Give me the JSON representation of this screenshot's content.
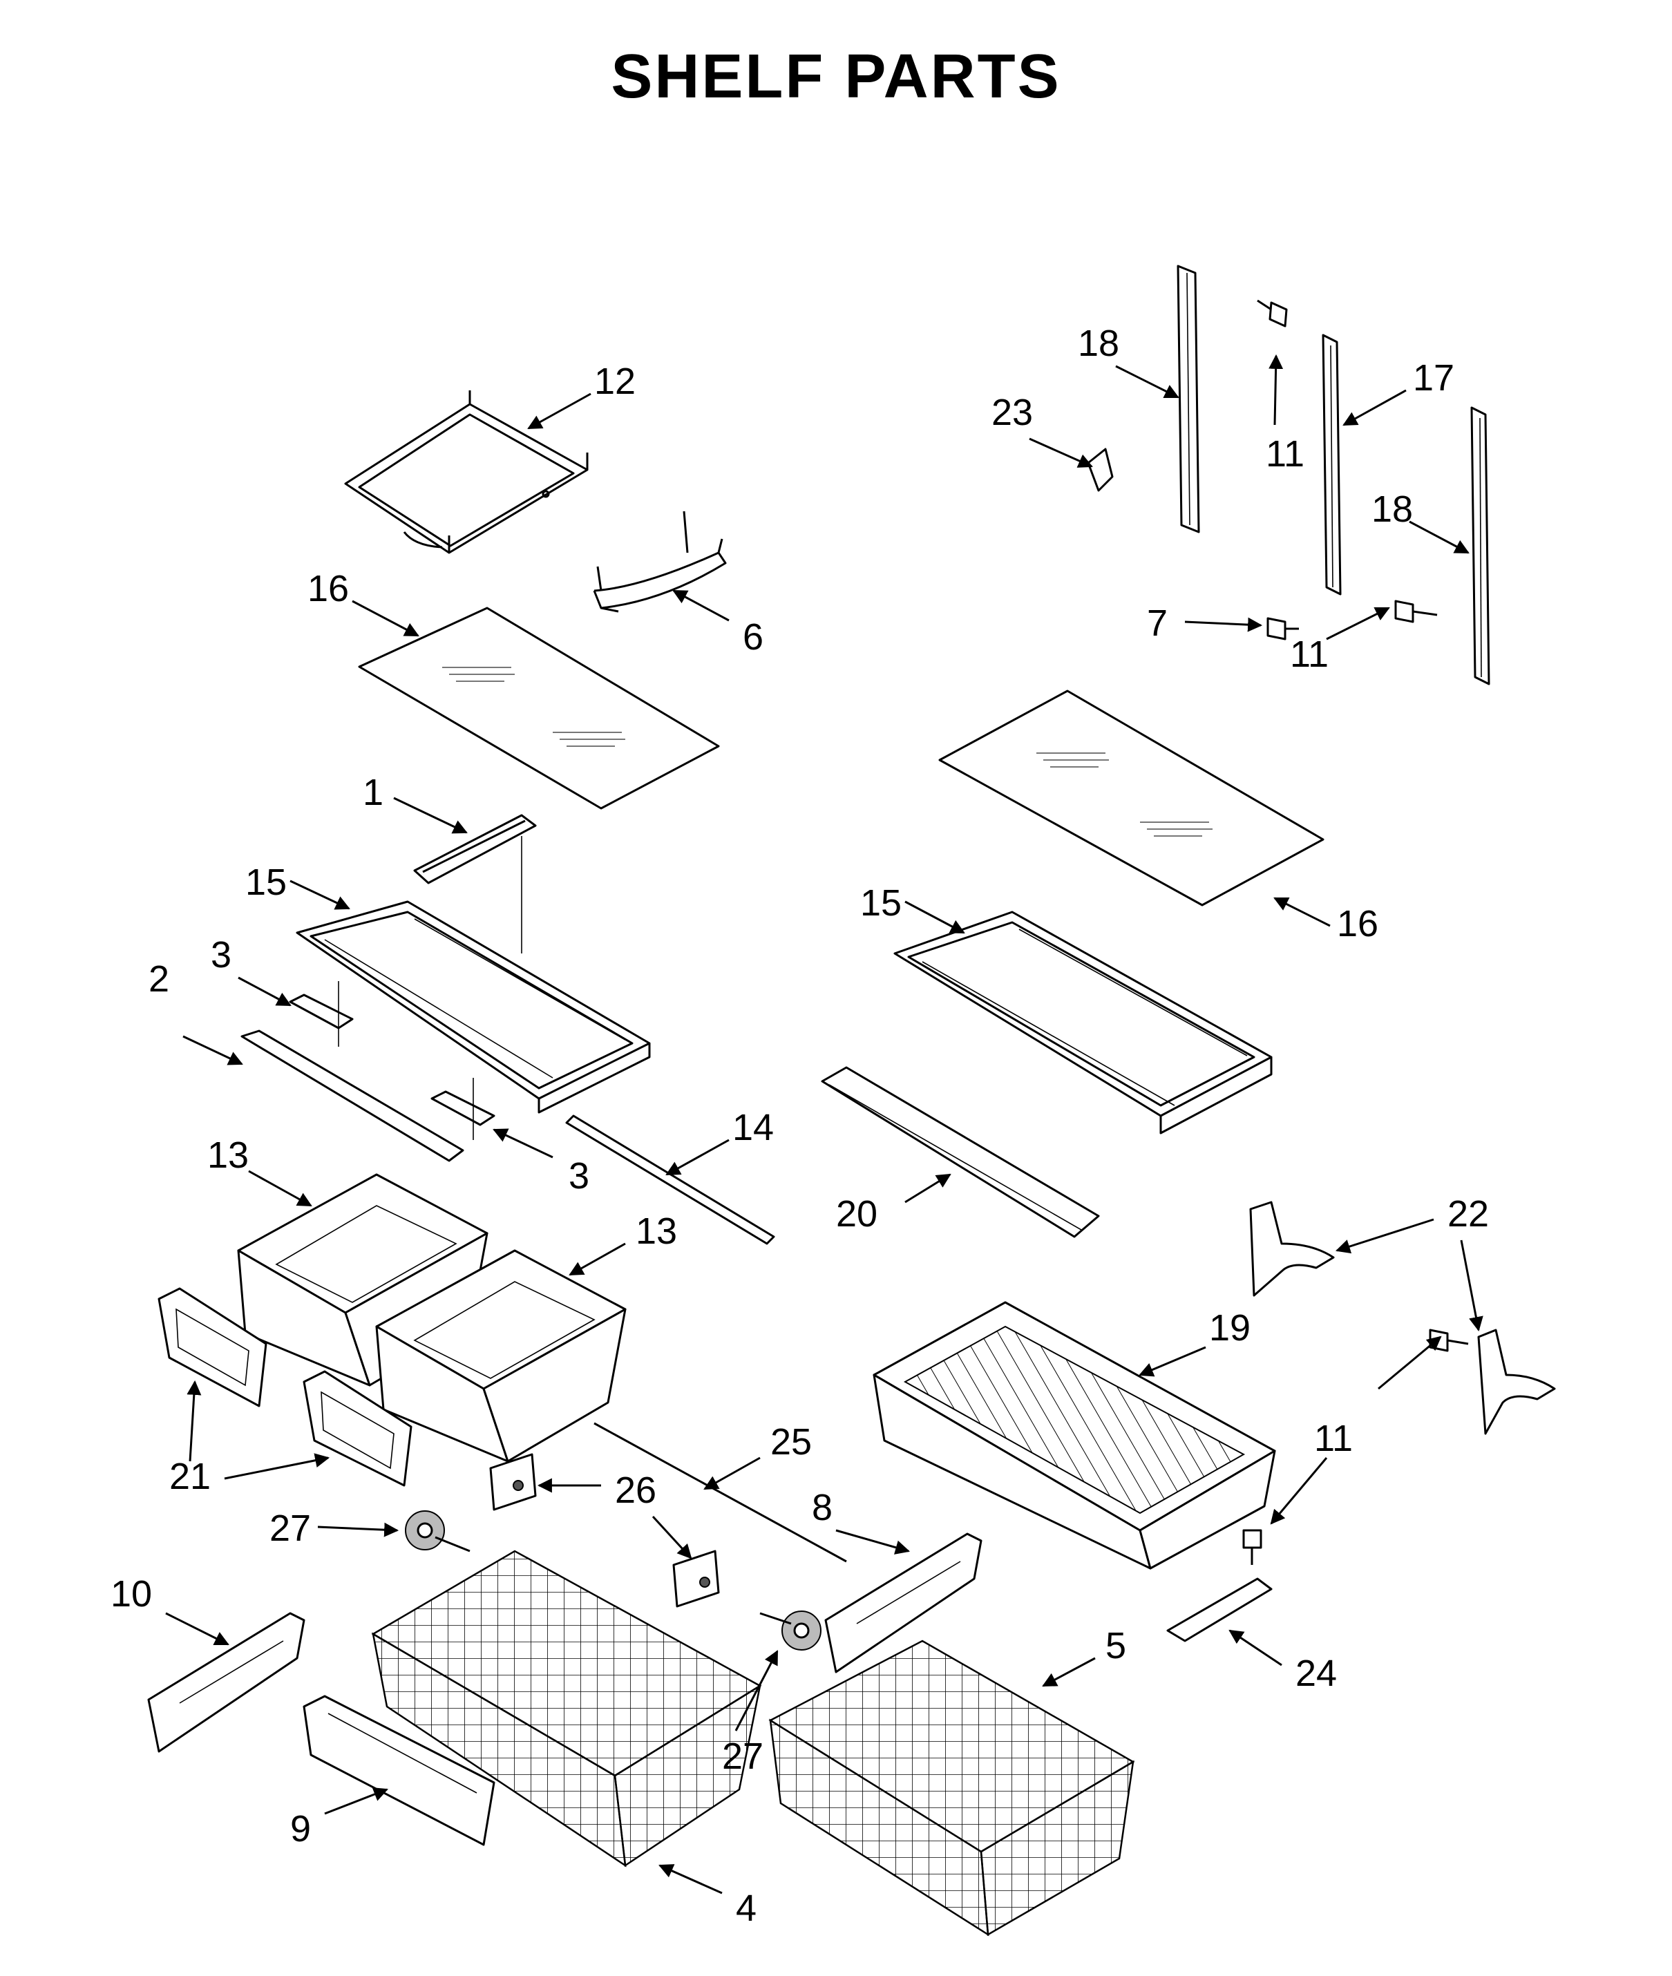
{
  "title": "SHELF PARTS",
  "callouts": [
    {
      "id": "c1",
      "label": "1"
    },
    {
      "id": "c2",
      "label": "2"
    },
    {
      "id": "c3a",
      "label": "3"
    },
    {
      "id": "c3b",
      "label": "3"
    },
    {
      "id": "c4",
      "label": "4"
    },
    {
      "id": "c5",
      "label": "5"
    },
    {
      "id": "c6",
      "label": "6"
    },
    {
      "id": "c7",
      "label": "7"
    },
    {
      "id": "c8",
      "label": "8"
    },
    {
      "id": "c9",
      "label": "9"
    },
    {
      "id": "c10",
      "label": "10"
    },
    {
      "id": "c11a",
      "label": "11"
    },
    {
      "id": "c11b",
      "label": "11"
    },
    {
      "id": "c11c",
      "label": "11"
    },
    {
      "id": "c12",
      "label": "12"
    },
    {
      "id": "c13a",
      "label": "13"
    },
    {
      "id": "c13b",
      "label": "13"
    },
    {
      "id": "c14",
      "label": "14"
    },
    {
      "id": "c15a",
      "label": "15"
    },
    {
      "id": "c15b",
      "label": "15"
    },
    {
      "id": "c16a",
      "label": "16"
    },
    {
      "id": "c16b",
      "label": "16"
    },
    {
      "id": "c17",
      "label": "17"
    },
    {
      "id": "c18a",
      "label": "18"
    },
    {
      "id": "c18b",
      "label": "18"
    },
    {
      "id": "c19",
      "label": "19"
    },
    {
      "id": "c20",
      "label": "20"
    },
    {
      "id": "c21",
      "label": "21"
    },
    {
      "id": "c22",
      "label": "22"
    },
    {
      "id": "c23",
      "label": "23"
    },
    {
      "id": "c24",
      "label": "24"
    },
    {
      "id": "c25",
      "label": "25"
    },
    {
      "id": "c26",
      "label": "26"
    },
    {
      "id": "c27a",
      "label": "27"
    },
    {
      "id": "c27b",
      "label": "27"
    }
  ]
}
